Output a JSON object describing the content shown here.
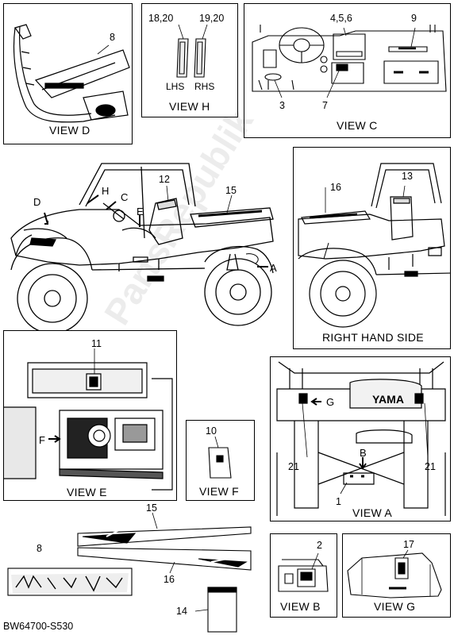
{
  "views": {
    "d": {
      "caption": "VIEW D",
      "part": "8"
    },
    "h": {
      "caption": "VIEW H",
      "part_left": "18,20",
      "part_right": "19,20",
      "lhs": "LHS",
      "rhs": "RHS"
    },
    "c": {
      "caption": "VIEW C",
      "part_top_left": "4,5,6",
      "part_top_right": "9",
      "part_bottom_left": "3",
      "part_bottom_mid": "7"
    },
    "rhs": {
      "caption": "RIGHT HAND SIDE",
      "part_left": "16",
      "part_right": "13"
    },
    "e": {
      "caption": "VIEW E",
      "part": "11",
      "arrow": "F"
    },
    "f": {
      "caption": "VIEW F",
      "part": "10"
    },
    "a": {
      "caption": "VIEW A",
      "part_bottom": "1",
      "part_left": "21",
      "part_right": "21",
      "arrow_g": "G",
      "arrow_b": "B",
      "logo": "YAMA"
    },
    "b": {
      "caption": "VIEW B",
      "part": "2"
    },
    "g": {
      "caption": "VIEW G",
      "part": "17"
    }
  },
  "main": {
    "arrows": {
      "d": "D",
      "h": "H",
      "c": "C",
      "e": "E",
      "a": "A"
    },
    "parts": {
      "seat": "12",
      "bed": "15"
    }
  },
  "decals": {
    "part_15": "15",
    "part_16": "16",
    "part_8": "8",
    "part_14": "14"
  },
  "watermark": "PartsRepublik",
  "footer": "BW64700-S530"
}
